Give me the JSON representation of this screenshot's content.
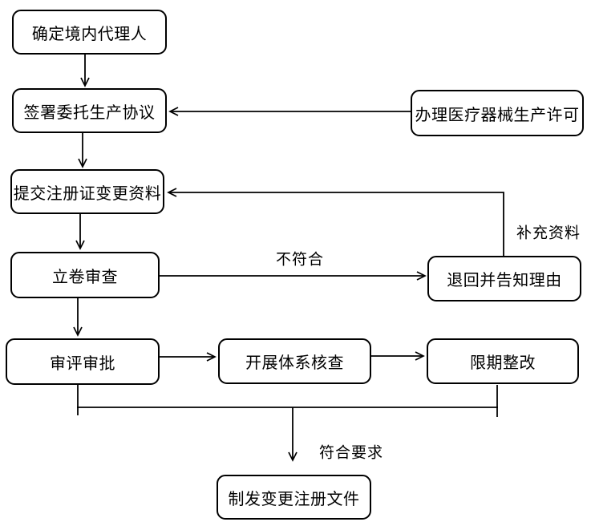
{
  "diagram": {
    "type": "flowchart",
    "background_color": "#ffffff",
    "line_color": "#000000",
    "node_fill_color": "#ffffff",
    "nodes": {
      "determine_agent": "确定境内代理人",
      "sign_agreement": "签署委托生产协议",
      "production_license": "办理医疗器械生产许可",
      "submit_materials": "提交注册证变更资料",
      "filing_review": "立卷审查",
      "return_reason": "退回并告知理由",
      "review_approval": "审评审批",
      "system_inspection": "开展体系核查",
      "rectification": "限期整改",
      "issue_documents": "制发变更注册文件"
    },
    "edge_labels": {
      "non_conform": "不符合",
      "supplement": "补充资料",
      "meet_requirements": "符合要求"
    },
    "edges": [
      {
        "from": "determine_agent",
        "to": "sign_agreement",
        "label": ""
      },
      {
        "from": "production_license",
        "to": "sign_agreement",
        "label": ""
      },
      {
        "from": "sign_agreement",
        "to": "submit_materials",
        "label": ""
      },
      {
        "from": "submit_materials",
        "to": "filing_review",
        "label": ""
      },
      {
        "from": "filing_review",
        "to": "return_reason",
        "label": "不符合"
      },
      {
        "from": "return_reason",
        "to": "submit_materials",
        "label": "补充资料"
      },
      {
        "from": "filing_review",
        "to": "review_approval",
        "label": ""
      },
      {
        "from": "review_approval",
        "to": "system_inspection",
        "label": ""
      },
      {
        "from": "system_inspection",
        "to": "rectification",
        "label": ""
      },
      {
        "from": "review_approval",
        "to": "issue_documents",
        "label": "符合要求"
      },
      {
        "from": "rectification",
        "to": "issue_documents",
        "label": "符合要求"
      }
    ]
  }
}
